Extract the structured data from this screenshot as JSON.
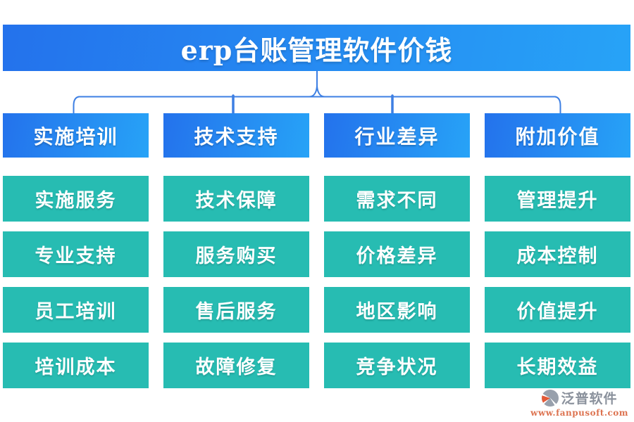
{
  "title": "erp台账管理软件价钱",
  "columns": [
    {
      "header": "实施培训",
      "items": [
        "实施服务",
        "专业支持",
        "员工培训",
        "培训成本"
      ]
    },
    {
      "header": "技术支持",
      "items": [
        "技术保障",
        "服务购买",
        "售后服务",
        "故障修复"
      ]
    },
    {
      "header": "行业差异",
      "items": [
        "需求不同",
        "价格差异",
        "地区影响",
        "竞争状况"
      ]
    },
    {
      "header": "附加价值",
      "items": [
        "管理提升",
        "成本控制",
        "价值提升",
        "长期效益"
      ]
    }
  ],
  "footer": {
    "brand": "泛普软件",
    "url": "www.fanpusoft.com",
    "logo_icon": "fanpu-logo-icon"
  },
  "colors": {
    "banner_gradient_start": "#2472ec",
    "banner_gradient_end": "#27a3f7",
    "node_teal": "#27bcb2",
    "connector_blue": "#3d7fe3",
    "brand_grey": "#8a919c",
    "url_orange": "#dd7350"
  }
}
